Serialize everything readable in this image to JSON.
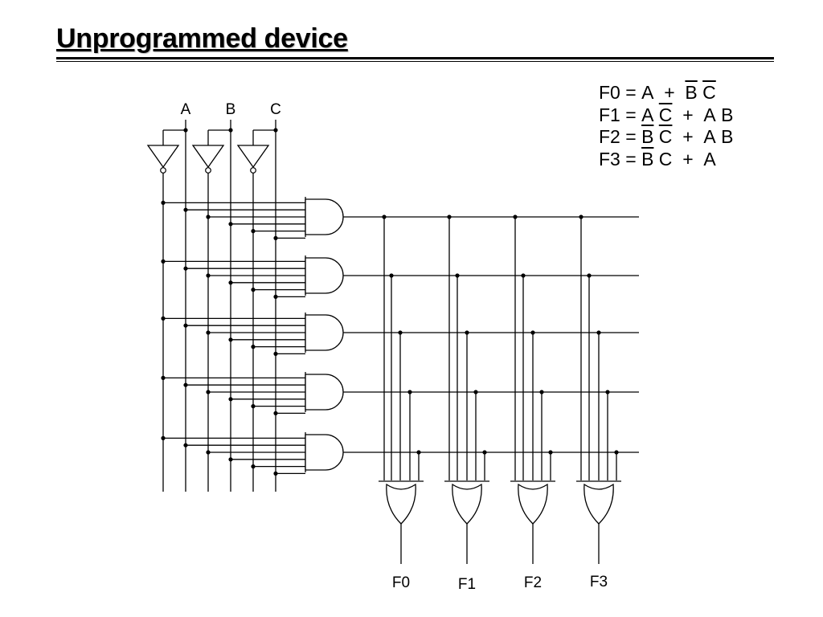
{
  "slide": {
    "title": "Unprogrammed device"
  },
  "equations": [
    {
      "lhs": "F0",
      "terms": [
        [
          {
            "v": "A",
            "neg": false
          }
        ],
        [
          {
            "v": "B",
            "neg": true
          },
          {
            "v": "C",
            "neg": true
          }
        ]
      ]
    },
    {
      "lhs": "F1",
      "terms": [
        [
          {
            "v": "A",
            "neg": false
          },
          {
            "v": "C",
            "neg": true
          }
        ],
        [
          {
            "v": "A",
            "neg": false
          },
          {
            "v": "B",
            "neg": false
          }
        ]
      ]
    },
    {
      "lhs": "F2",
      "terms": [
        [
          {
            "v": "B",
            "neg": true
          },
          {
            "v": "C",
            "neg": true
          }
        ],
        [
          {
            "v": "A",
            "neg": false
          },
          {
            "v": "B",
            "neg": false
          }
        ]
      ]
    },
    {
      "lhs": "F3",
      "terms": [
        [
          {
            "v": "B",
            "neg": true
          },
          {
            "v": "C",
            "neg": false
          }
        ],
        [
          {
            "v": "A",
            "neg": false
          }
        ]
      ]
    }
  ],
  "equation_symbols": {
    "equals": "=",
    "plus": "+"
  },
  "inputs": [
    "A",
    "B",
    "C"
  ],
  "outputs": [
    "F0",
    "F1",
    "F2",
    "F3"
  ],
  "circuit": {
    "product_terms": 5,
    "and_gate_inputs": 6,
    "or_gate_inputs": 5,
    "line_color": "#000000"
  }
}
